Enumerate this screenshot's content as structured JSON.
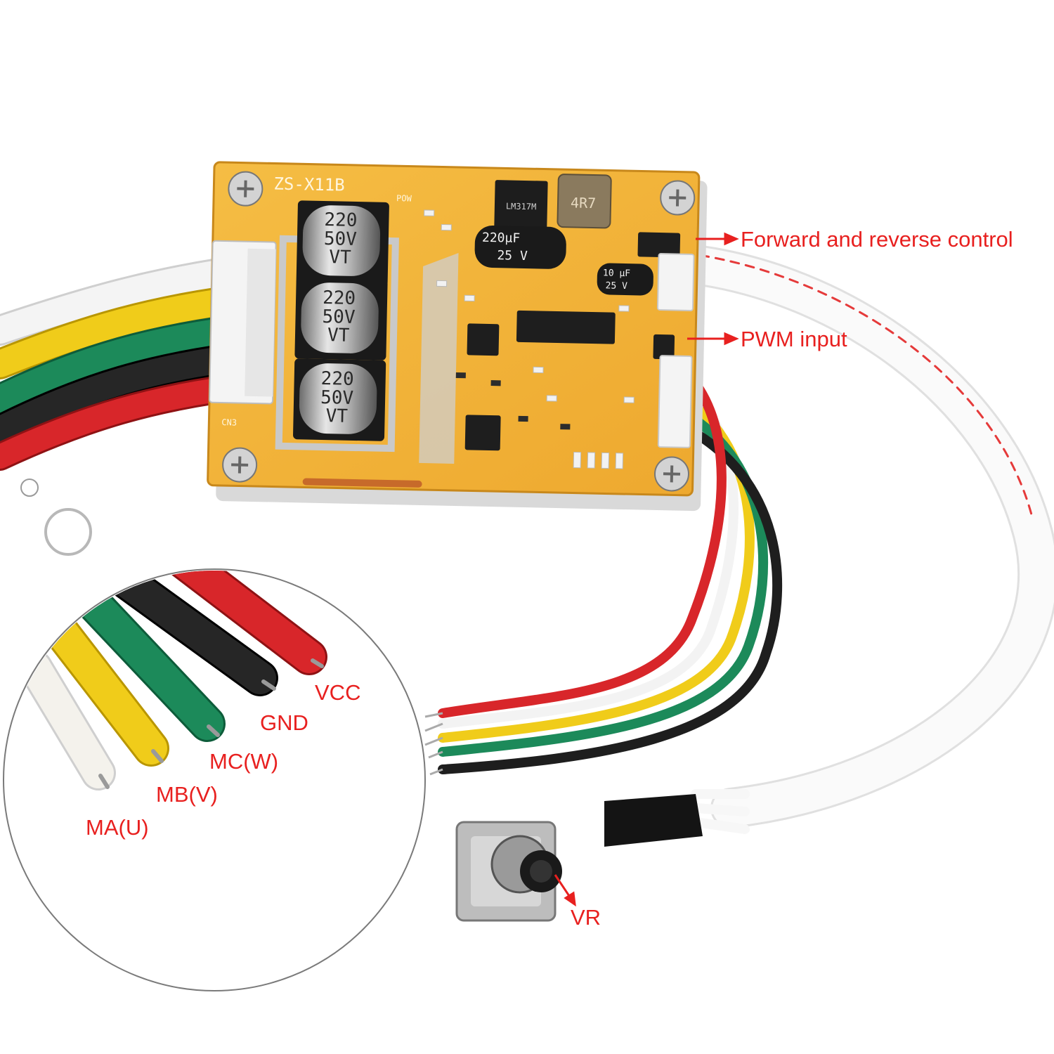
{
  "callouts": {
    "forward_reverse": "Forward and reverse control",
    "pwm_input": "PWM input",
    "vr": "VR"
  },
  "wire_labels": [
    "VCC",
    "GND",
    "MC(W)",
    "MB(V)",
    "MA(U)"
  ],
  "board": {
    "model": "ZS-X11B",
    "pow_label": "POW",
    "cn3_label": "CN3",
    "capacitors": [
      {
        "value": "220",
        "voltage": "50V",
        "series": "VT"
      },
      {
        "value": "220",
        "voltage": "50V",
        "series": "VT"
      },
      {
        "value": "220",
        "voltage": "50V",
        "series": "VT"
      }
    ],
    "small_cap_1": {
      "value": "220µF",
      "voltage": "25 V"
    },
    "small_cap_2": {
      "value": "10 µF",
      "voltage": "25 V"
    },
    "inductor": "4R7",
    "regulator": "LM317M"
  },
  "colors": {
    "callout": "#e8201f",
    "pcb": "#f2b33a",
    "wire_red": "#d8262a",
    "wire_black": "#1e1e1e",
    "wire_green": "#1c8a5a",
    "wire_yellow": "#f0cc1a",
    "wire_white": "#f3f3f3"
  }
}
